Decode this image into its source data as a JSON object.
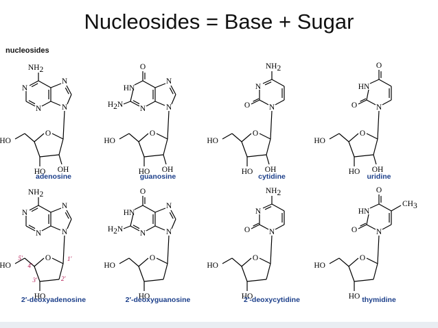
{
  "title": "Nucleosides = Base + Sugar",
  "section_label": "nucleosides",
  "labels": {
    "NH2": "NH",
    "sub2": "2",
    "H2N": "H",
    "N": "N",
    "O": "O",
    "HN": "HN",
    "HO": "HO",
    "OH": "OH",
    "CH3": "CH",
    "sub3": "3"
  },
  "numbering": [
    "5′",
    "4′",
    "3′",
    "2′",
    "1′"
  ],
  "nucleosides": [
    {
      "name": "adenosine",
      "base": "adenine",
      "sugar": "ribose"
    },
    {
      "name": "guanosine",
      "base": "guanine",
      "sugar": "ribose"
    },
    {
      "name": "cytidine",
      "base": "cytosine",
      "sugar": "ribose"
    },
    {
      "name": "uridine",
      "base": "uracil",
      "sugar": "ribose"
    },
    {
      "name": "2′-deoxyadenosine",
      "base": "adenine",
      "sugar": "deoxyribose"
    },
    {
      "name": "2′-deoxyguanosine",
      "base": "guanine",
      "sugar": "deoxyribose"
    },
    {
      "name": "2′-deoxycytidine",
      "base": "cytosine",
      "sugar": "deoxyribose"
    },
    {
      "name": "thymidine",
      "base": "thymine",
      "sugar": "deoxyribose"
    }
  ]
}
